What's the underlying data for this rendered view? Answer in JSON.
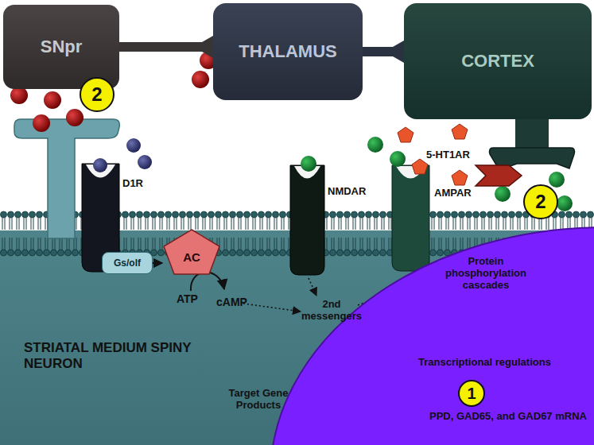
{
  "diagram": {
    "nodes": [
      {
        "text": [
          "SNpr"
        ]
      },
      {
        "text": [
          "THALAMUS"
        ]
      },
      {
        "text": [
          "CORTEX"
        ]
      },
      {
        "text": [
          "Gs/olf"
        ]
      },
      {
        "text": [
          "AC"
        ]
      },
      {
        "text": [
          "Transcriptional regulations",
          "PPD, GAD65, and GAD67 mRNA"
        ]
      }
    ],
    "edges": [
      {
        "from": 0,
        "to": 1,
        "arrow": "none"
      },
      {
        "from": 1,
        "to": 2,
        "arrow": "none"
      },
      {
        "from": 3,
        "to": 4,
        "arrow": "to"
      }
    ],
    "labels": [
      "D1R",
      "NMDAR",
      "AMPAR",
      "5-HT1AR",
      "ATP",
      "cAMP",
      "2nd messengers",
      "Protein phosphorylation cascades",
      "STRIATAL MEDIUM SPINY NEURON",
      "Target Gene Products",
      "1",
      "2",
      "2"
    ]
  }
}
